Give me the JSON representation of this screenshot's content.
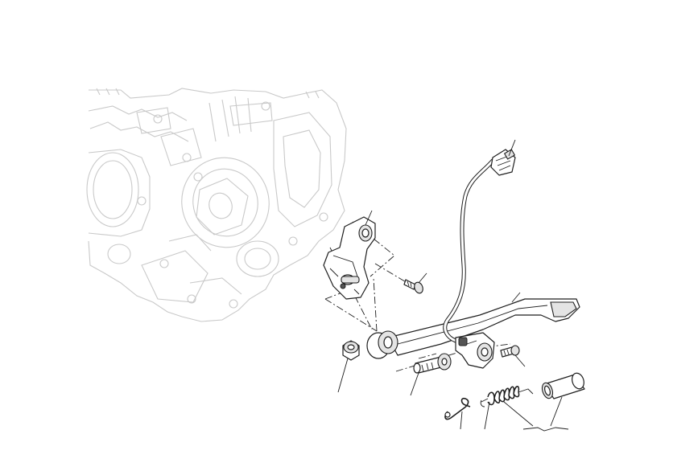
{
  "diagram": {
    "callout_labels": []
  },
  "parts": [
    {
      "id": "engine-crankcase"
    },
    {
      "id": "side-stand-bracket"
    },
    {
      "id": "bracket-screw"
    },
    {
      "id": "sensor-cable-connector"
    },
    {
      "id": "side-stand-leg"
    },
    {
      "id": "pivot-bushing"
    },
    {
      "id": "pivot-pin"
    },
    {
      "id": "side-stand-switch"
    },
    {
      "id": "switch-screw"
    },
    {
      "id": "retaining-clip"
    },
    {
      "id": "return-spring"
    },
    {
      "id": "spring-cover-sleeve"
    }
  ],
  "colors": {
    "line": "#1e1e1e",
    "engine_line": "#c9c9c9",
    "background": "#ffffff"
  }
}
